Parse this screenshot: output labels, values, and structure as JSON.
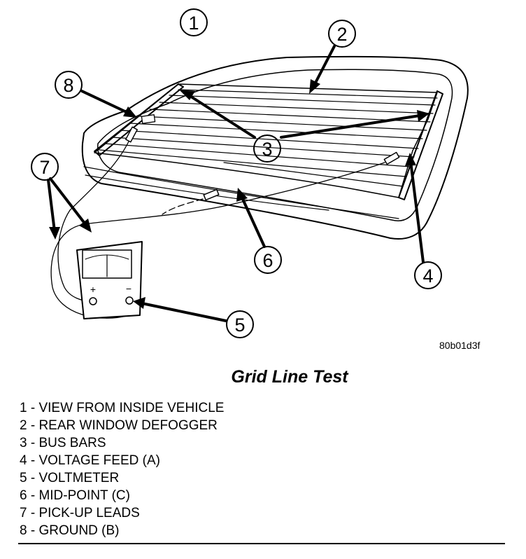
{
  "callouts": [
    {
      "id": "1",
      "label": "1"
    },
    {
      "id": "2",
      "label": "2"
    },
    {
      "id": "3",
      "label": "3"
    },
    {
      "id": "4",
      "label": "4"
    },
    {
      "id": "5",
      "label": "5"
    },
    {
      "id": "6",
      "label": "6"
    },
    {
      "id": "7",
      "label": "7"
    },
    {
      "id": "8",
      "label": "8"
    }
  ],
  "voltmeter": {
    "plus": "+",
    "minus": "−"
  },
  "figure_id": "80b01d3f",
  "title": "Grid Line Test",
  "legend": [
    "1 - VIEW FROM INSIDE VEHICLE",
    "2 - REAR WINDOW DEFOGGER",
    "3 - BUS BARS",
    "4 - VOLTAGE FEED (A)",
    "5 - VOLTMETER",
    "6 - MID-POINT (C)",
    "7 - PICK-UP LEADS",
    "8 - GROUND (B)"
  ]
}
